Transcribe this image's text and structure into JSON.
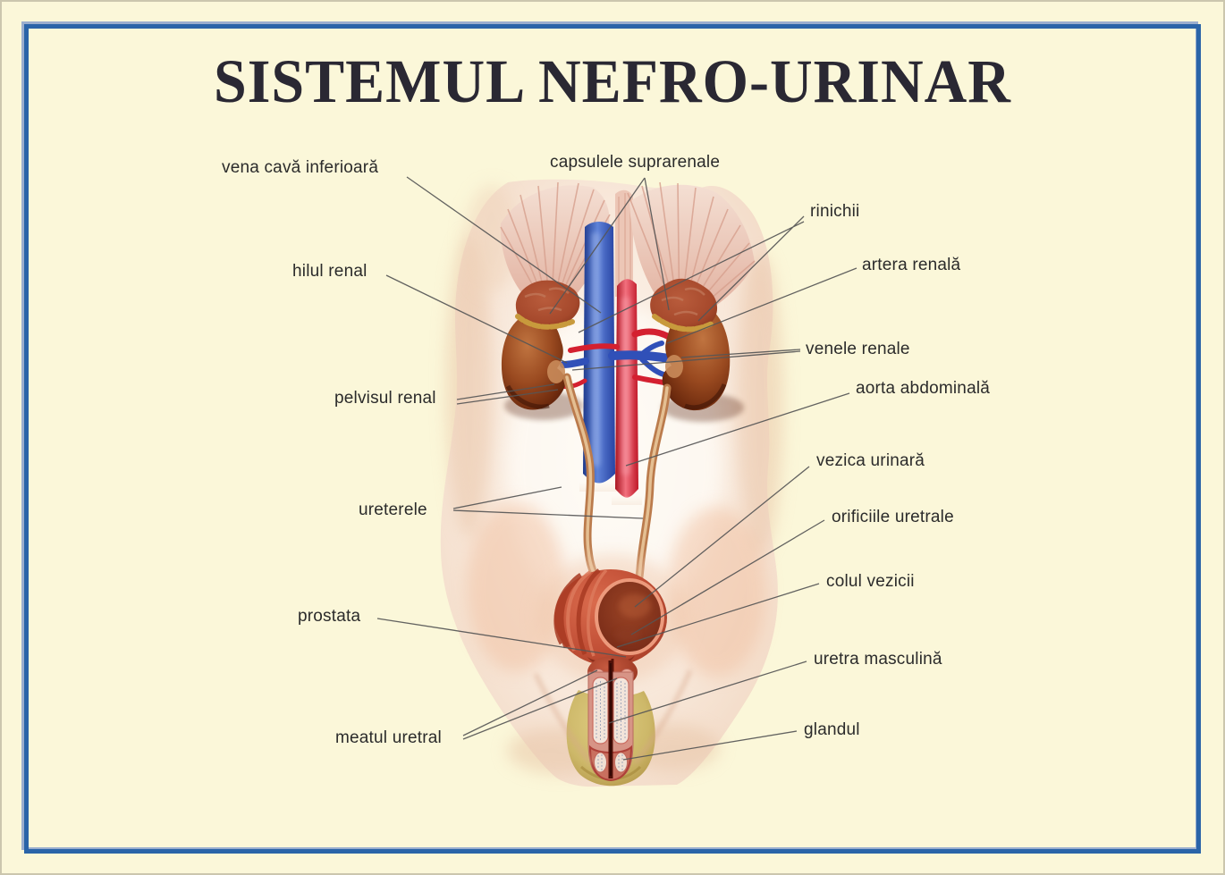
{
  "title": "SISTEMUL NEFRO-URINAR",
  "labels": [
    {
      "id": "vena-cava-inferioara",
      "text": "vena cavă inferioară"
    },
    {
      "id": "capsulele-suprarenale",
      "text": "capsulele suprarenale"
    },
    {
      "id": "rinichii",
      "text": "rinichii"
    },
    {
      "id": "artera-renala",
      "text": "artera renală"
    },
    {
      "id": "venele-renale",
      "text": "venele renale"
    },
    {
      "id": "aorta-abdominala",
      "text": "aorta abdominală"
    },
    {
      "id": "vezica-urinara",
      "text": "vezica urinară"
    },
    {
      "id": "orificiile-uretrale",
      "text": "orificiile uretrale"
    },
    {
      "id": "colul-vezicii",
      "text": "colul vezicii"
    },
    {
      "id": "uretra-masculina",
      "text": "uretra masculină"
    },
    {
      "id": "glandul",
      "text": "glandul"
    },
    {
      "id": "hilul-renal",
      "text": "hilul renal"
    },
    {
      "id": "pelvisul-renal",
      "text": "pelvisul renal"
    },
    {
      "id": "ureterele",
      "text": "ureterele"
    },
    {
      "id": "prostata",
      "text": "prostata"
    },
    {
      "id": "meatul-uretral",
      "text": "meatul uretral"
    }
  ],
  "colors": {
    "background": "#FBF7D9",
    "frame_blue": "#2A64A8",
    "frame_highlight": "#9AAECE",
    "title_text": "#2A2833",
    "label_text": "#2B2B2B",
    "leader_line": "#565656",
    "skin": "#F8E8DA",
    "muscle_pink": "#E3B3A2",
    "vena_cava_blue": "#2F4FA8",
    "aorta_red": "#D62030",
    "kidney_brown": "#9A4A20",
    "adrenal_brown": "#A6492C",
    "adrenal_fat_ochre": "#C89A3C",
    "ureter_tan": "#BB7B4C",
    "bladder_red": "#C14F36",
    "scrotum_olive": "#CDB869",
    "penis_pink": "#D79486"
  }
}
